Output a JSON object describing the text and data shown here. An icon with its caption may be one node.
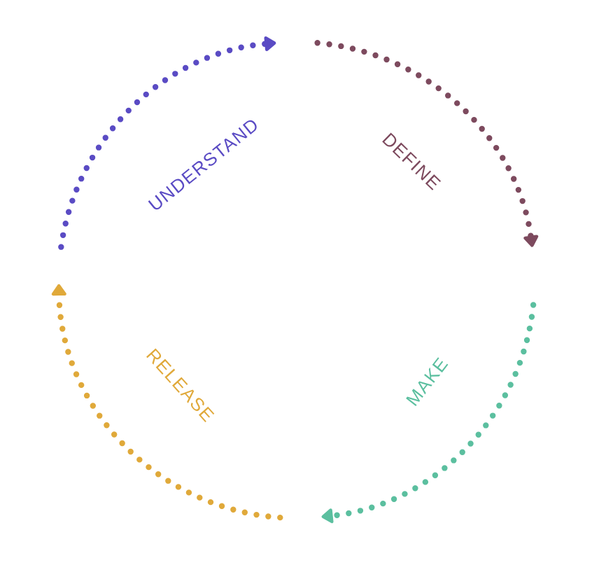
{
  "diagram": {
    "labels": [
      "UNDERSTAND",
      "DEFINE",
      "MAKE",
      "RELEASE"
    ]
  }
}
